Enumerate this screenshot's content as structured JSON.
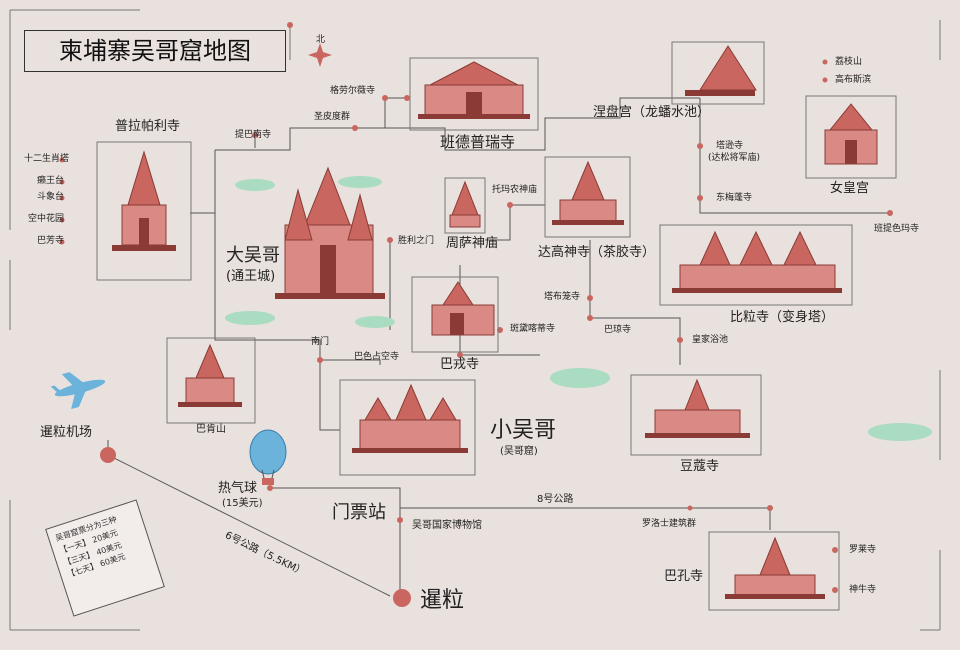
{
  "title": "柬埔寨吴哥窟地图",
  "compass": "北",
  "colors": {
    "background": "#e9e1dd",
    "temple": "#c9665f",
    "temple_dark": "#8a3b36",
    "line": "#555555",
    "node": "#c9665f",
    "tree": "#9ad3b3",
    "sky": "#6cb3dc"
  },
  "labels": {
    "prerup": "普拉帕利寺",
    "twelve_towers": "十二生肖塔",
    "leper_king": "癞王台",
    "elephant_terrace": "斗象台",
    "phimeanakas": "空中花园",
    "baphuon": "巴芳寺",
    "thommanon_gate": "提巴南寺",
    "bayon_small": "圣皮度群",
    "preah_khan": "格劳尔薇寺",
    "banteay_srei": "班德普瑞寺",
    "neak_pean": "涅盘宫（龙蟠水池）",
    "kbal_spean": "荔枝山",
    "kbal_spean2": "高布斯滨",
    "ta_som": "塔逊寺",
    "ta_som_sub": "(达松将军庙)",
    "east_mebon": "东梅蓬寺",
    "banteay_srei2": "女皇宫",
    "banteay_samre": "班提色玛寺",
    "thommanon": "托玛农神庙",
    "chau_say": "周萨神庙",
    "ta_keo": "达高神寺（茶胶寺）",
    "ta_prohm_gate": "胜利之门",
    "angkor_thom": "大吴哥",
    "angkor_thom_sub": "(通王城)",
    "ta_nei": "塔布笼寺",
    "pre_rup": "比粒寺（变身塔）",
    "bayon_road": "斑黛喀蒂寺",
    "ta_prohm_small": "巴琼寺",
    "srah_srang": "皇家浴池",
    "south_gate": "南门",
    "baksei": "巴色占空寺",
    "bayon": "巴戎寺",
    "phnom_bakheng": "巴肯山",
    "angkor_wat": "小吴哥",
    "angkor_wat_sub": "(吴哥窟)",
    "banteay_kdei": "豆蔻寺",
    "airport": "暹粒机场",
    "balloon": "热气球",
    "balloon_sub": "(15美元)",
    "ticket": "门票站",
    "museum": "吴哥国家博物馆",
    "road8": "8号公路",
    "road6": "6号公路（5.5KM）",
    "siem_reap": "暹粒",
    "roluos": "罗洛士建筑群",
    "bakong": "巴孔寺",
    "lolei": "罗莱寺",
    "preah_ko": "神牛寺"
  },
  "legend": {
    "title": "吴哥窟票分为三种",
    "items": [
      "【一天】 20美元",
      "【三天】 40美元",
      "【七天】 60美元"
    ]
  }
}
